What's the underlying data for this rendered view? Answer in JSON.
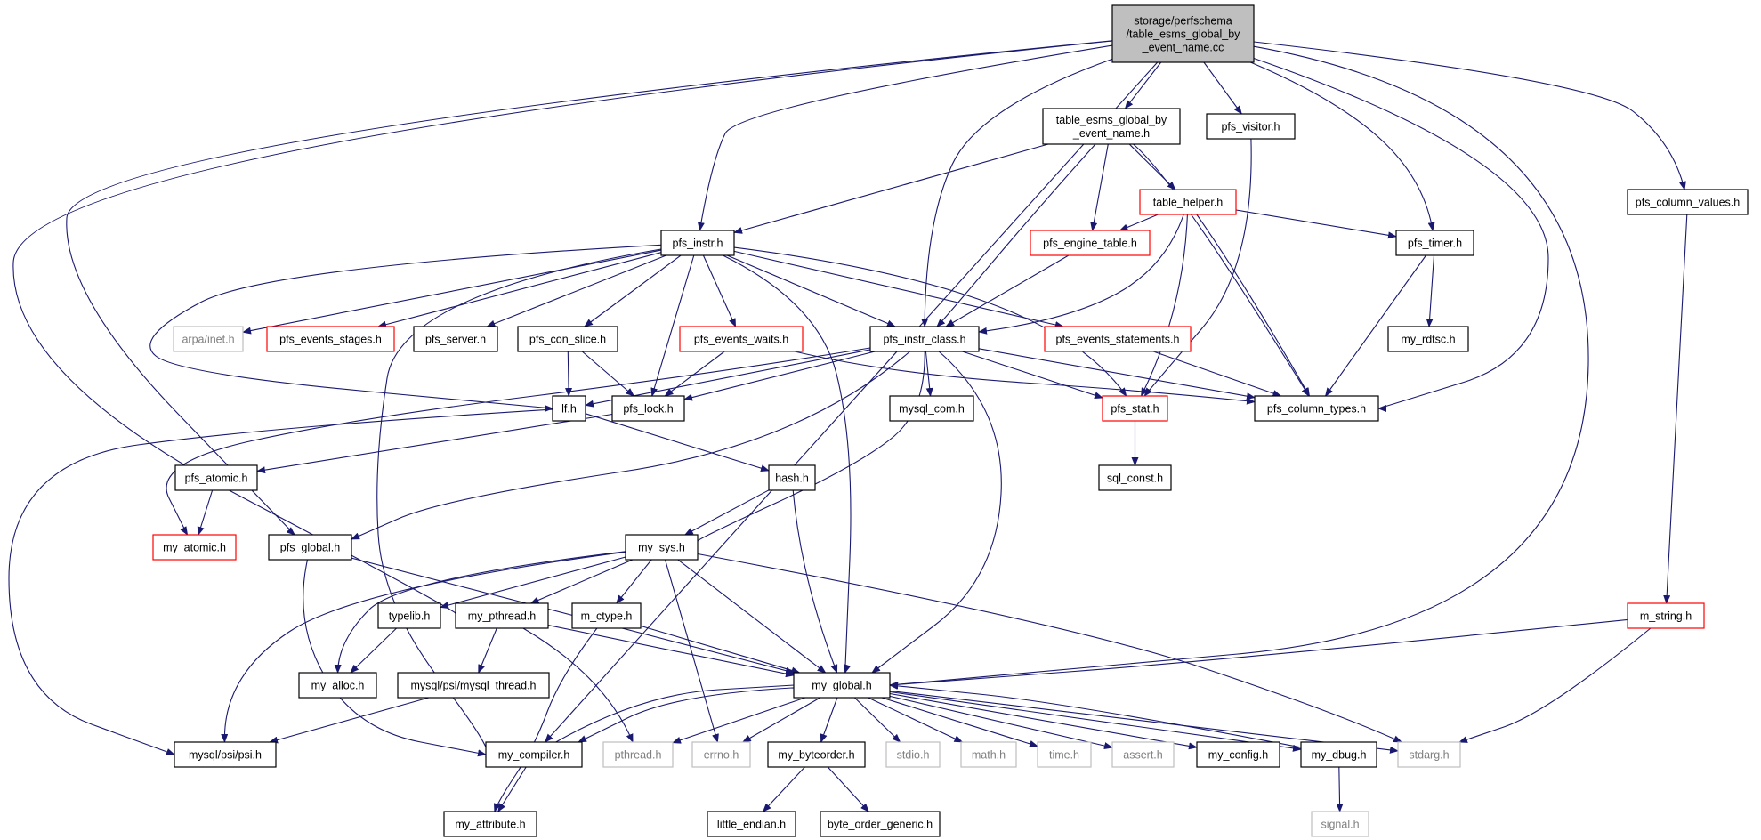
{
  "diagram": {
    "kind": "include-dependency-graph",
    "colors": {
      "edge": "#191970",
      "root_fill": "#bfbfbf",
      "normal_border": "#000000",
      "truncated_border": "#ff0000",
      "external_border": "#bfbfbf",
      "external_text": "#7f7f7f",
      "node_fill": "#ffffff"
    },
    "nodes": [
      {
        "id": "root",
        "lines": [
          "storage/perfschema",
          "/table_esms_global_by",
          "_event_name.cc"
        ],
        "style": "root"
      },
      {
        "id": "table_esms_h",
        "lines": [
          "table_esms_global_by",
          "_event_name.h"
        ],
        "style": "normal"
      },
      {
        "id": "pfs_visitor",
        "lines": [
          "pfs_visitor.h"
        ],
        "style": "normal"
      },
      {
        "id": "pfs_column_values",
        "lines": [
          "pfs_column_values.h"
        ],
        "style": "normal"
      },
      {
        "id": "table_helper",
        "lines": [
          "table_helper.h"
        ],
        "style": "truncated"
      },
      {
        "id": "pfs_engine_table",
        "lines": [
          "pfs_engine_table.h"
        ],
        "style": "truncated"
      },
      {
        "id": "pfs_timer",
        "lines": [
          "pfs_timer.h"
        ],
        "style": "normal"
      },
      {
        "id": "pfs_instr",
        "lines": [
          "pfs_instr.h"
        ],
        "style": "normal"
      },
      {
        "id": "my_rdtsc",
        "lines": [
          "my_rdtsc.h"
        ],
        "style": "normal"
      },
      {
        "id": "arpa_inet",
        "lines": [
          "arpa/inet.h"
        ],
        "style": "external"
      },
      {
        "id": "pfs_events_stages",
        "lines": [
          "pfs_events_stages.h"
        ],
        "style": "truncated"
      },
      {
        "id": "pfs_server",
        "lines": [
          "pfs_server.h"
        ],
        "style": "normal"
      },
      {
        "id": "pfs_con_slice",
        "lines": [
          "pfs_con_slice.h"
        ],
        "style": "normal"
      },
      {
        "id": "pfs_events_waits",
        "lines": [
          "pfs_events_waits.h"
        ],
        "style": "truncated"
      },
      {
        "id": "pfs_instr_class",
        "lines": [
          "pfs_instr_class.h"
        ],
        "style": "normal"
      },
      {
        "id": "pfs_events_statements",
        "lines": [
          "pfs_events_statements.h"
        ],
        "style": "truncated"
      },
      {
        "id": "lf",
        "lines": [
          "lf.h"
        ],
        "style": "normal"
      },
      {
        "id": "pfs_lock",
        "lines": [
          "pfs_lock.h"
        ],
        "style": "normal"
      },
      {
        "id": "mysql_com",
        "lines": [
          "mysql_com.h"
        ],
        "style": "normal"
      },
      {
        "id": "pfs_stat",
        "lines": [
          "pfs_stat.h"
        ],
        "style": "truncated"
      },
      {
        "id": "pfs_column_types",
        "lines": [
          "pfs_column_types.h"
        ],
        "style": "normal"
      },
      {
        "id": "pfs_atomic",
        "lines": [
          "pfs_atomic.h"
        ],
        "style": "normal"
      },
      {
        "id": "hash",
        "lines": [
          "hash.h"
        ],
        "style": "normal"
      },
      {
        "id": "sql_const",
        "lines": [
          "sql_const.h"
        ],
        "style": "normal"
      },
      {
        "id": "my_atomic",
        "lines": [
          "my_atomic.h"
        ],
        "style": "truncated"
      },
      {
        "id": "pfs_global",
        "lines": [
          "pfs_global.h"
        ],
        "style": "normal"
      },
      {
        "id": "my_sys",
        "lines": [
          "my_sys.h"
        ],
        "style": "normal"
      },
      {
        "id": "typelib",
        "lines": [
          "typelib.h"
        ],
        "style": "normal"
      },
      {
        "id": "my_pthread",
        "lines": [
          "my_pthread.h"
        ],
        "style": "normal"
      },
      {
        "id": "m_ctype",
        "lines": [
          "m_ctype.h"
        ],
        "style": "normal"
      },
      {
        "id": "m_string",
        "lines": [
          "m_string.h"
        ],
        "style": "truncated"
      },
      {
        "id": "my_alloc",
        "lines": [
          "my_alloc.h"
        ],
        "style": "normal"
      },
      {
        "id": "mysql_thread",
        "lines": [
          "mysql/psi/mysql_thread.h"
        ],
        "style": "normal"
      },
      {
        "id": "my_global",
        "lines": [
          "my_global.h"
        ],
        "style": "normal"
      },
      {
        "id": "mysql_psi",
        "lines": [
          "mysql/psi/psi.h"
        ],
        "style": "normal"
      },
      {
        "id": "my_compiler",
        "lines": [
          "my_compiler.h"
        ],
        "style": "normal"
      },
      {
        "id": "pthread",
        "lines": [
          "pthread.h"
        ],
        "style": "external"
      },
      {
        "id": "errno",
        "lines": [
          "errno.h"
        ],
        "style": "external"
      },
      {
        "id": "my_byteorder",
        "lines": [
          "my_byteorder.h"
        ],
        "style": "normal"
      },
      {
        "id": "stdio",
        "lines": [
          "stdio.h"
        ],
        "style": "external"
      },
      {
        "id": "math",
        "lines": [
          "math.h"
        ],
        "style": "external"
      },
      {
        "id": "time",
        "lines": [
          "time.h"
        ],
        "style": "external"
      },
      {
        "id": "assert",
        "lines": [
          "assert.h"
        ],
        "style": "external"
      },
      {
        "id": "my_config",
        "lines": [
          "my_config.h"
        ],
        "style": "normal"
      },
      {
        "id": "my_dbug",
        "lines": [
          "my_dbug.h"
        ],
        "style": "normal"
      },
      {
        "id": "stdarg",
        "lines": [
          "stdarg.h"
        ],
        "style": "external"
      },
      {
        "id": "little_endian",
        "lines": [
          "little_endian.h"
        ],
        "style": "normal"
      },
      {
        "id": "byte_order_generic",
        "lines": [
          "byte_order_generic.h"
        ],
        "style": "normal"
      },
      {
        "id": "my_attribute",
        "lines": [
          "my_attribute.h"
        ],
        "style": "normal"
      },
      {
        "id": "signal",
        "lines": [
          "signal.h"
        ],
        "style": "external"
      }
    ],
    "edges": [
      [
        "root",
        "table_esms_h"
      ],
      [
        "root",
        "pfs_visitor"
      ],
      [
        "root",
        "pfs_column_values"
      ],
      [
        "root",
        "pfs_timer"
      ],
      [
        "root",
        "pfs_instr"
      ],
      [
        "root",
        "pfs_instr_class"
      ],
      [
        "root",
        "pfs_column_types"
      ],
      [
        "root",
        "pfs_global"
      ],
      [
        "root",
        "my_pthread"
      ],
      [
        "root",
        "my_global"
      ],
      [
        "root",
        "my_compiler"
      ],
      [
        "table_esms_h",
        "pfs_instr"
      ],
      [
        "table_esms_h",
        "table_helper"
      ],
      [
        "table_esms_h",
        "pfs_engine_table"
      ],
      [
        "table_esms_h",
        "pfs_instr_class"
      ],
      [
        "table_esms_h",
        "pfs_column_types"
      ],
      [
        "pfs_visitor",
        "pfs_stat"
      ],
      [
        "pfs_column_values",
        "m_string"
      ],
      [
        "table_helper",
        "pfs_engine_table"
      ],
      [
        "table_helper",
        "pfs_timer"
      ],
      [
        "table_helper",
        "pfs_instr_class"
      ],
      [
        "table_helper",
        "pfs_stat"
      ],
      [
        "table_helper",
        "pfs_column_types"
      ],
      [
        "pfs_engine_table",
        "pfs_instr_class"
      ],
      [
        "pfs_timer",
        "my_rdtsc"
      ],
      [
        "pfs_timer",
        "pfs_column_types"
      ],
      [
        "pfs_instr",
        "arpa_inet"
      ],
      [
        "pfs_instr",
        "pfs_events_stages"
      ],
      [
        "pfs_instr",
        "pfs_server"
      ],
      [
        "pfs_instr",
        "pfs_con_slice"
      ],
      [
        "pfs_instr",
        "pfs_events_waits"
      ],
      [
        "pfs_instr",
        "pfs_instr_class"
      ],
      [
        "pfs_instr",
        "pfs_events_statements"
      ],
      [
        "pfs_instr",
        "pfs_stat"
      ],
      [
        "pfs_instr",
        "lf"
      ],
      [
        "pfs_instr",
        "pfs_lock"
      ],
      [
        "pfs_instr",
        "my_global"
      ],
      [
        "pfs_instr",
        "my_compiler"
      ],
      [
        "pfs_con_slice",
        "lf"
      ],
      [
        "pfs_con_slice",
        "pfs_lock"
      ],
      [
        "pfs_events_waits",
        "pfs_lock"
      ],
      [
        "pfs_events_waits",
        "pfs_column_types"
      ],
      [
        "pfs_events_statements",
        "pfs_column_types"
      ],
      [
        "pfs_instr_class",
        "lf"
      ],
      [
        "pfs_instr_class",
        "pfs_lock"
      ],
      [
        "pfs_instr_class",
        "mysql_com"
      ],
      [
        "pfs_instr_class",
        "pfs_stat"
      ],
      [
        "pfs_instr_class",
        "pfs_column_types"
      ],
      [
        "pfs_instr_class",
        "my_atomic"
      ],
      [
        "pfs_instr_class",
        "pfs_global"
      ],
      [
        "pfs_instr_class",
        "my_sys"
      ],
      [
        "pfs_instr_class",
        "my_global"
      ],
      [
        "lf",
        "hash"
      ],
      [
        "lf",
        "mysql_psi"
      ],
      [
        "pfs_lock",
        "pfs_atomic"
      ],
      [
        "pfs_stat",
        "sql_const"
      ],
      [
        "pfs_atomic",
        "my_atomic"
      ],
      [
        "hash",
        "my_sys"
      ],
      [
        "hash",
        "my_global"
      ],
      [
        "pfs_global",
        "my_global"
      ],
      [
        "pfs_global",
        "my_compiler"
      ],
      [
        "my_sys",
        "typelib"
      ],
      [
        "my_sys",
        "my_pthread"
      ],
      [
        "my_sys",
        "m_ctype"
      ],
      [
        "my_sys",
        "my_alloc"
      ],
      [
        "my_sys",
        "mysql_psi"
      ],
      [
        "my_sys",
        "my_global"
      ],
      [
        "my_sys",
        "errno"
      ],
      [
        "my_sys",
        "stdarg"
      ],
      [
        "typelib",
        "my_alloc"
      ],
      [
        "my_pthread",
        "mysql_thread"
      ],
      [
        "my_pthread",
        "my_global"
      ],
      [
        "my_pthread",
        "pthread"
      ],
      [
        "m_ctype",
        "my_global"
      ],
      [
        "m_ctype",
        "my_attribute"
      ],
      [
        "m_string",
        "my_global"
      ],
      [
        "m_string",
        "stdarg"
      ],
      [
        "mysql_thread",
        "mysql_psi"
      ],
      [
        "my_global",
        "my_compiler"
      ],
      [
        "my_global",
        "pthread"
      ],
      [
        "my_global",
        "errno"
      ],
      [
        "my_global",
        "my_byteorder"
      ],
      [
        "my_global",
        "stdio"
      ],
      [
        "my_global",
        "math"
      ],
      [
        "my_global",
        "time"
      ],
      [
        "my_global",
        "assert"
      ],
      [
        "my_global",
        "my_config"
      ],
      [
        "my_global",
        "my_dbug"
      ],
      [
        "my_global",
        "stdarg"
      ],
      [
        "my_compiler",
        "my_global"
      ],
      [
        "my_compiler",
        "my_attribute"
      ],
      [
        "my_dbug",
        "my_global"
      ],
      [
        "my_dbug",
        "signal"
      ],
      [
        "my_byteorder",
        "little_endian"
      ],
      [
        "my_byteorder",
        "byte_order_generic"
      ]
    ]
  }
}
